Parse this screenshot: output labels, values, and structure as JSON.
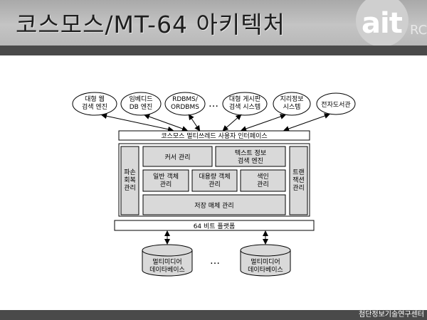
{
  "slide": {
    "title": "코스모스/MT-64 아키텍처",
    "logo_text": "ait",
    "logo_suffix": "RC",
    "footer": "첨단정보기술연구센터"
  },
  "diagram": {
    "apps": [
      {
        "line1": "대형 웹",
        "line2": "검색 엔진"
      },
      {
        "line1": "임베디드",
        "line2": "DB 엔진"
      },
      {
        "line1": "RDBMS/",
        "line2": "ORDBMS"
      },
      {
        "line1": "대형 게시판",
        "line2": "검색 시스템"
      },
      {
        "line1": "지리정보",
        "line2": "시스템"
      },
      {
        "line1": "전자도서관",
        "line2": ""
      }
    ],
    "app_ellipsis": "…",
    "interface": "코스모스 멀티쓰레드 사용자 인터페이스",
    "left_module": [
      "파손",
      "회복",
      "관리"
    ],
    "right_module": [
      "트랜",
      "잭션",
      "관리"
    ],
    "cursor": "커서 관리",
    "text_info": {
      "line1": "텍스트 정보",
      "line2": "검색 엔진"
    },
    "general_object": {
      "line1": "일반 객체",
      "line2": "관리"
    },
    "large_object": {
      "line1": "대용량 객체",
      "line2": "관리"
    },
    "index": {
      "line1": "색인",
      "line2": "관리"
    },
    "storage": "저장 매체 관리",
    "platform": "64 비트 플랫폼",
    "databases": [
      {
        "line1": "멀티미디어",
        "line2": "데이타베이스"
      },
      {
        "line1": "멀티미디어",
        "line2": "데이타베이스"
      }
    ],
    "db_ellipsis": "…"
  }
}
